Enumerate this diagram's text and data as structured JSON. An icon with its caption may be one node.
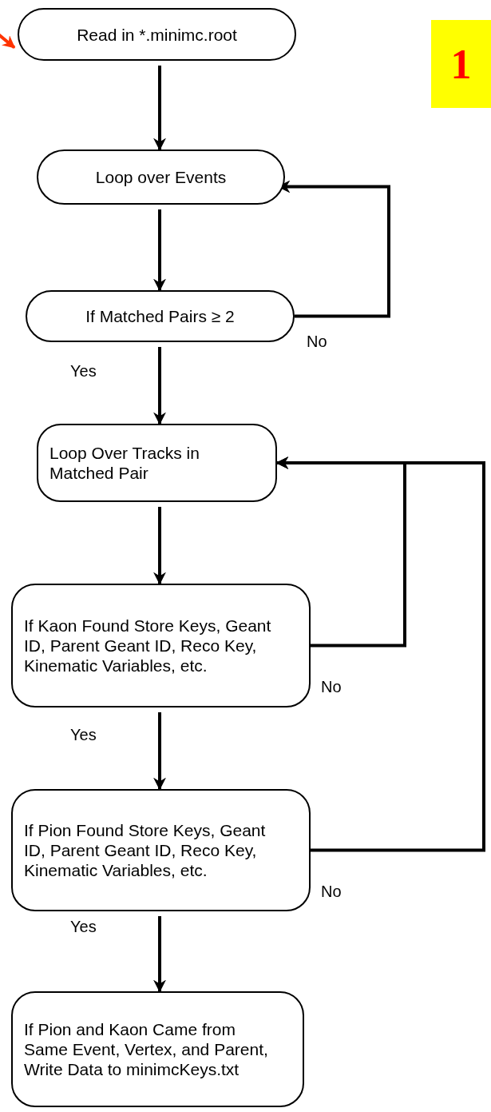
{
  "diagram": {
    "nodes": [
      {
        "text": [
          "Read in *.minimc.root"
        ]
      },
      {
        "text": [
          "1"
        ]
      },
      {
        "text": [
          "Loop over Events"
        ]
      },
      {
        "text": [
          "If Matched Pairs ≥ 2"
        ]
      },
      {
        "text": [
          "Loop Over Tracks in Matched Pair"
        ]
      },
      {
        "text": [
          "If Kaon Found Store Keys, Geant ID, Parent Geant ID, Reco Key, Kinematic Variables, etc."
        ]
      },
      {
        "text": [
          "If Pion Found Store Keys, Geant ID, Parent Geant ID, Reco Key, Kinematic Variables, etc."
        ]
      },
      {
        "text": [
          "If Pion and Kaon Came from Same Event, Vertex, and Parent, Write Data to minimcKeys.txt"
        ]
      }
    ],
    "edges": [
      {
        "from": null,
        "to": 0,
        "arrow": "to",
        "color": "#ff3300"
      },
      {
        "from": 0,
        "to": 2,
        "arrow": "to"
      },
      {
        "from": 2,
        "to": 3,
        "arrow": "to"
      },
      {
        "from": 3,
        "to": 2,
        "arrow": "to",
        "label": "No"
      },
      {
        "from": 3,
        "to": 4,
        "arrow": "to",
        "label": "Yes"
      },
      {
        "from": 4,
        "to": 5,
        "arrow": "to"
      },
      {
        "from": 5,
        "to": 4,
        "arrow": "to",
        "label": "No"
      },
      {
        "from": 5,
        "to": 6,
        "arrow": "to",
        "label": "Yes"
      },
      {
        "from": 6,
        "to": 4,
        "arrow": "to",
        "label": "No"
      },
      {
        "from": 6,
        "to": 7,
        "arrow": "to",
        "label": "Yes"
      }
    ]
  }
}
